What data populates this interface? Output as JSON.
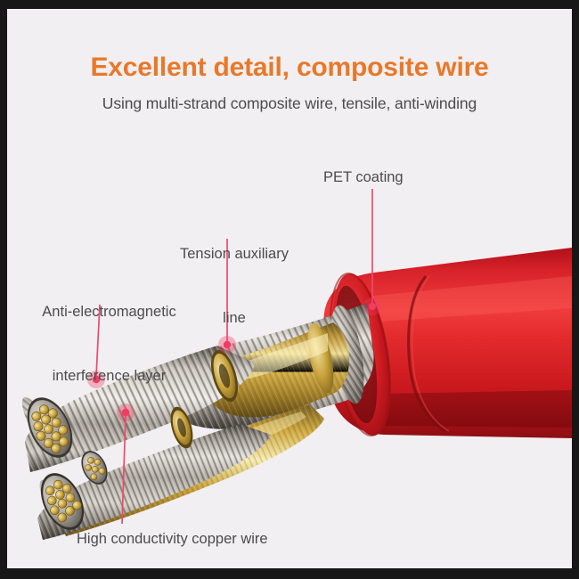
{
  "header": {
    "title": "Excellent detail, composite wire",
    "subtitle": "Using multi-strand composite wire, tensile, anti-winding",
    "title_color": "#e8792a",
    "subtitle_color": "#4b4b4d"
  },
  "background_color": "#f1eff1",
  "frame_color": "#171717",
  "callouts": {
    "pet": {
      "label": "PET coating"
    },
    "tension": {
      "label_line1": "Tension auxiliary",
      "label_line2": "line"
    },
    "emi": {
      "label_line1": "Anti-electromagnetic",
      "label_line2": "interference layer"
    },
    "copper": {
      "label": "High conductivity copper wire"
    },
    "leader_color": "#ef4a6b",
    "dot_color": "#f23c60"
  },
  "illustration": {
    "name": "cut-away-cable-diagram",
    "jacket_color": "#d8222a",
    "shield_color": "#b9b4ad",
    "conductor_color": "#c9a349"
  }
}
